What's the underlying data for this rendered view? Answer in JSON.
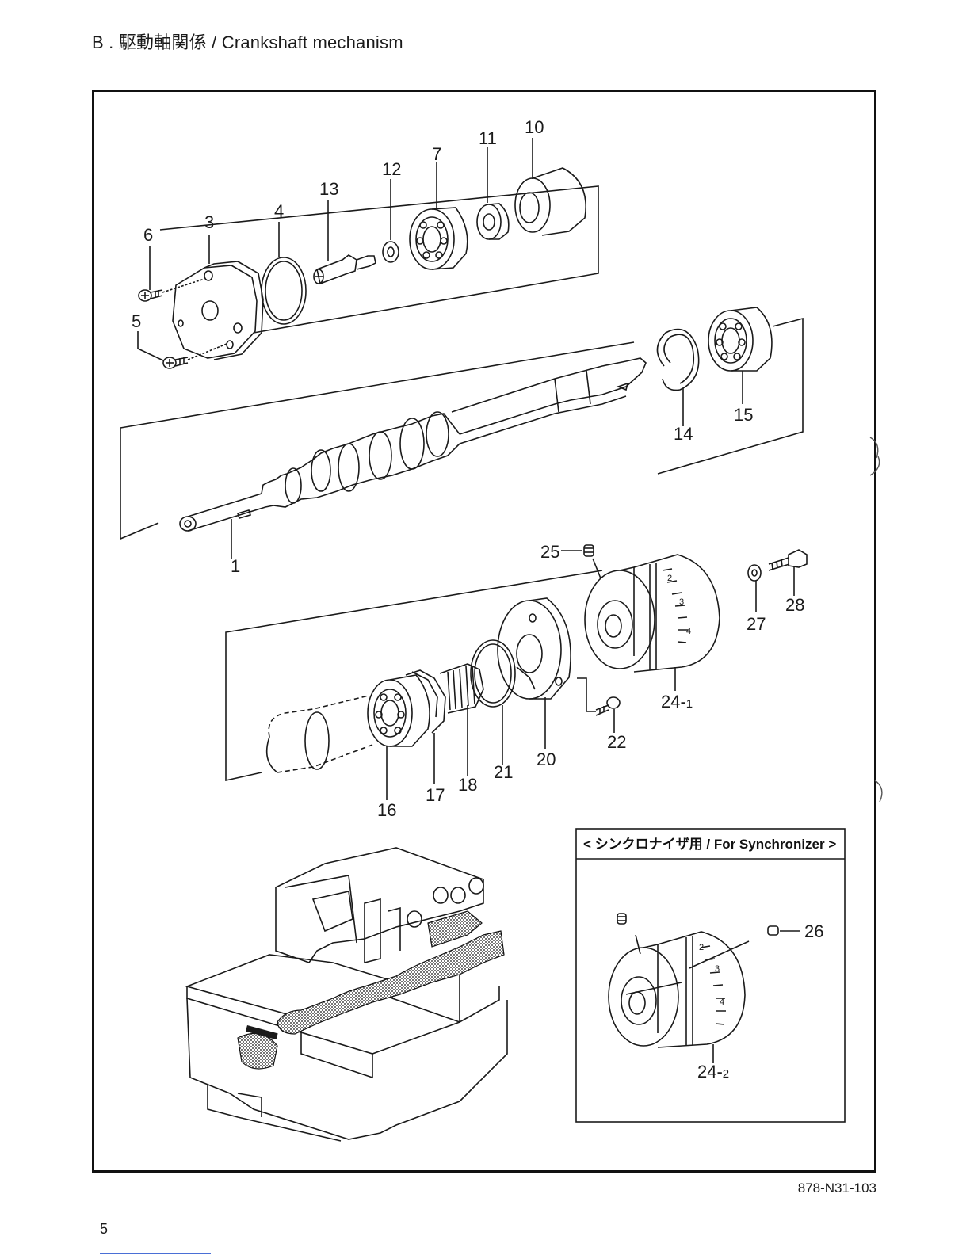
{
  "header": {
    "title": "B . 駆動軸関係 / Crankshaft mechanism"
  },
  "callouts": {
    "c1": "1",
    "c3": "3",
    "c4": "4",
    "c5": "5",
    "c6": "6",
    "c7": "7",
    "c10": "10",
    "c11": "11",
    "c12": "12",
    "c13": "13",
    "c14": "14",
    "c15": "15",
    "c16": "16",
    "c17": "17",
    "c18": "18",
    "c20": "20",
    "c21": "21",
    "c22": "22",
    "c24_1": "24-",
    "c24_1_sub": "1",
    "c24_2": "24-",
    "c24_2_sub": "2",
    "c25": "25",
    "c26": "26",
    "c27": "27",
    "c28": "28"
  },
  "inset": {
    "title": "< シンクロナイザ用 / For Synchronizer >"
  },
  "pulley_marks": {
    "m2": "2",
    "m3": "3",
    "m4": "4"
  },
  "footer": {
    "doc_code": "878-N31-103",
    "page_number": "5"
  }
}
